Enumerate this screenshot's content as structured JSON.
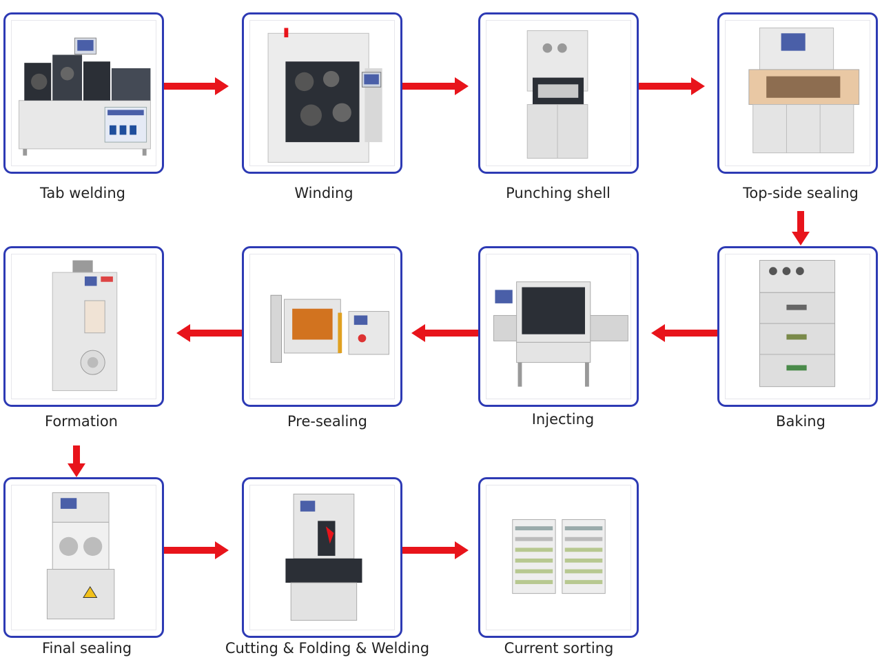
{
  "steps": [
    {
      "id": "tab-welding",
      "label": "Tab welding",
      "machine": "tab-welding-machine-icon"
    },
    {
      "id": "winding",
      "label": "Winding",
      "machine": "winding-machine-icon"
    },
    {
      "id": "punching-shell",
      "label": "Punching shell",
      "machine": "punching-machine-icon"
    },
    {
      "id": "top-side-sealing",
      "label": "Top-side sealing",
      "machine": "top-side-sealing-machine-icon"
    },
    {
      "id": "baking",
      "label": "Baking",
      "machine": "baking-oven-icon"
    },
    {
      "id": "injecting",
      "label": "Injecting",
      "machine": "injecting-machine-icon"
    },
    {
      "id": "pre-sealing",
      "label": "Pre-sealing",
      "machine": "pre-sealing-machine-icon"
    },
    {
      "id": "formation",
      "label": "Formation",
      "machine": "formation-cabinet-icon"
    },
    {
      "id": "final-sealing",
      "label": "Final sealing",
      "machine": "final-sealing-machine-icon"
    },
    {
      "id": "cutting-folding-welding",
      "label": "Cutting & Folding & Welding",
      "machine": "cutting-folding-machine-icon"
    },
    {
      "id": "current-sorting",
      "label": "Current sorting",
      "machine": "sorting-rack-icon"
    }
  ],
  "colors": {
    "frame_border": "#2d3ab4",
    "arrow": "#e8141b",
    "machine_body": "#e6e6e6",
    "machine_dark": "#2b2f36",
    "panel_blue": "#4a5fa8"
  }
}
